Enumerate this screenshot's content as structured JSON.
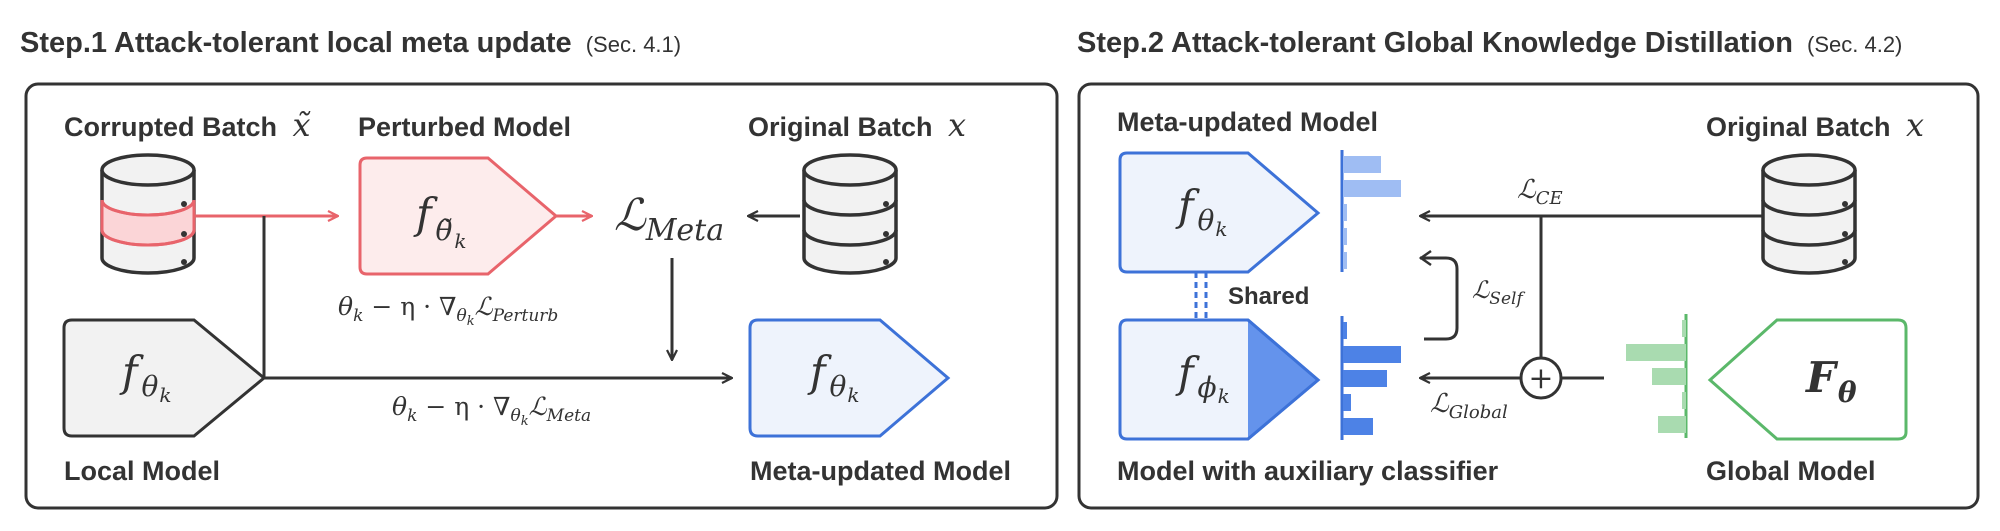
{
  "colors": {
    "ink": "#333333",
    "red": "#e8646b",
    "red_fill": "#fdecec",
    "blue": "#3d72d8",
    "blue_fill": "#eef3fc",
    "blue_dark_fill": "#6493ec",
    "blue_bar": "#4d82e6",
    "blue_bar_light": "#9fbdf3",
    "green": "#5bb86a",
    "green_bar": "#a9dbb0",
    "gray_fill": "#f2f2f2"
  },
  "step1": {
    "title": "Step.1 Attack-tolerant local meta update",
    "section": "(Sec. 4.1)",
    "corrupted_batch_label": "Corrupted Batch",
    "corrupted_batch_symbol": "x̃",
    "perturbed_model_label": "Perturbed Model",
    "perturbed_model_symbol": "f",
    "perturbed_model_subscript": "θ̃",
    "perturbed_model_subsub": "k",
    "original_batch_label": "Original Batch",
    "original_batch_symbol": "x",
    "meta_loss_script": "ℒ",
    "meta_loss_sub": "Meta",
    "perturb_update_eq": "θ",
    "perturb_update_k": "k",
    "perturb_update_mid": " − η · ∇",
    "perturb_update_theta": "θ",
    "perturb_update_loss": "ℒ",
    "perturb_update_loss_sub": "Perturb",
    "meta_update_eq": "θ",
    "meta_update_k": "k",
    "meta_update_mid": " − η · ∇",
    "meta_update_theta": "θ",
    "meta_update_loss": "ℒ",
    "meta_update_loss_sub": "Meta",
    "local_model_label": "Local Model",
    "local_model_symbol": "f",
    "local_model_sub": "θ",
    "local_model_subsub": "k",
    "meta_updated_model_label": "Meta-updated Model",
    "meta_updated_model_symbol": "f",
    "meta_updated_model_sub": "θ",
    "meta_updated_model_subsub": "k"
  },
  "step2": {
    "title": "Step.2 Attack-tolerant Global Knowledge Distillation",
    "section": "(Sec. 4.2)",
    "meta_updated_model_label": "Meta-updated Model",
    "meta_model_symbol": "f",
    "meta_model_sub": "θ",
    "meta_model_subsub": "k",
    "shared_label": "Shared",
    "aux_model_symbol": "f",
    "aux_model_sub": "ϕ",
    "aux_model_subsub": "k",
    "aux_model_label": "Model with auxiliary classifier",
    "original_batch_label": "Original Batch",
    "original_batch_symbol": "x",
    "loss_ce": "ℒ",
    "loss_ce_sub": "CE",
    "loss_self": "ℒ",
    "loss_self_sub": "Self",
    "loss_global": "ℒ",
    "loss_global_sub": "Global",
    "plus_symbol": "+",
    "global_model_symbol": "F",
    "global_model_sub": "θ",
    "global_model_label": "Global Model"
  }
}
